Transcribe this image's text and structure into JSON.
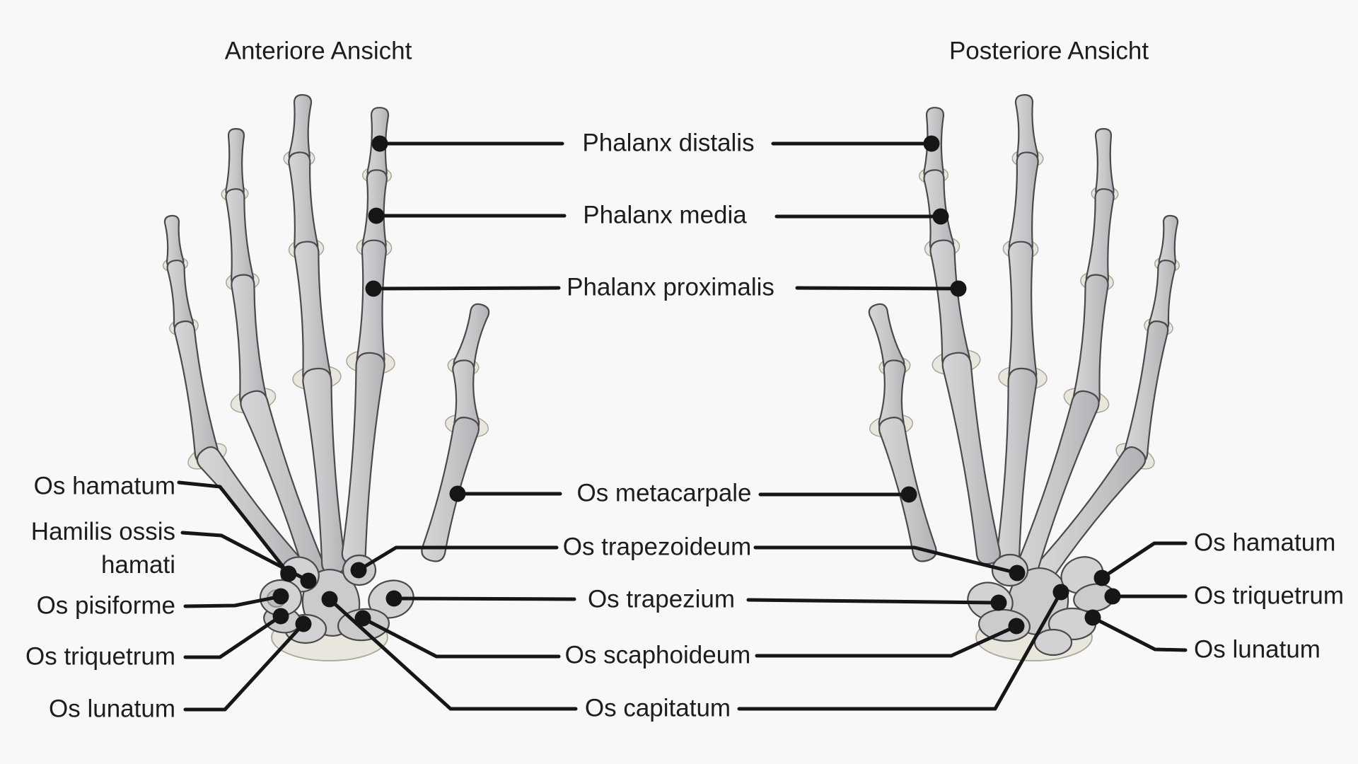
{
  "titles": {
    "anterior": "Anteriore Ansicht",
    "posterior": "Posteriore Ansicht"
  },
  "center_labels": {
    "phalanx_distalis": "Phalanx distalis",
    "phalanx_media": "Phalanx media",
    "phalanx_proximalis": "Phalanx proximalis",
    "os_metacarpale": "Os metacarpale",
    "os_trapezoideum": "Os trapezoideum",
    "os_trapezium": "Os trapezium",
    "os_scaphoideum": "Os scaphoideum",
    "os_capitatum": "Os capitatum"
  },
  "left_labels": {
    "os_hamatum": "Os hamatum",
    "hamilis_ossis_hamati": "Hamilis ossis\nhamati",
    "os_pisiforme": "Os pisiforme",
    "os_triquetrum": "Os triquetrum",
    "os_lunatum": "Os lunatum"
  },
  "right_labels": {
    "os_hamatum": "Os hamatum",
    "os_triquetrum": "Os triquetrum",
    "os_lunatum": "Os lunatum"
  },
  "colors": {
    "background": "#f8f8f8",
    "bone_light": "#d6d6d8",
    "bone_mid": "#c6c6c9",
    "bone_dark": "#b2b2b6",
    "carpal_fill": "#cbcbce",
    "carpal_fill_alt": "#d2d2d4",
    "joint_fill": "#e9e6dd",
    "joint_edge": "#a9a69a",
    "outline": "#4a4a4a",
    "leader": "#161616",
    "text": "#1d1d1d"
  }
}
